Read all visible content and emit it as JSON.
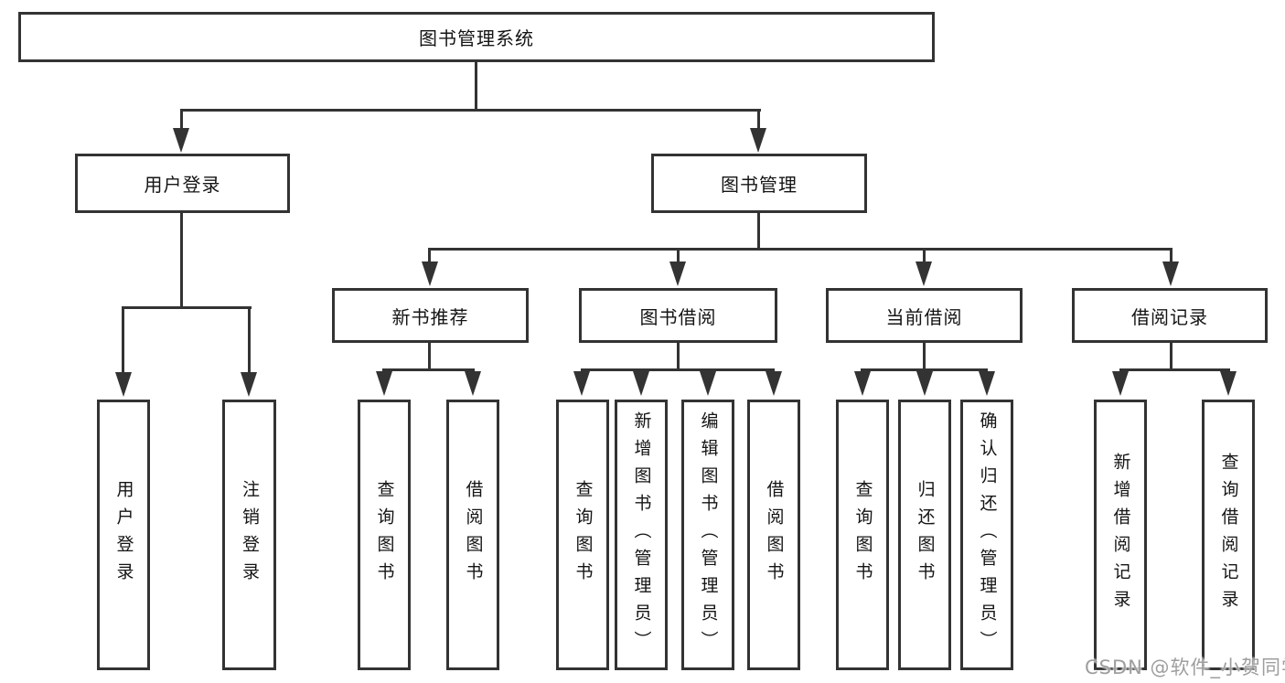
{
  "diagram": {
    "type": "tree",
    "root": {
      "label": "图书管理系统"
    },
    "level2": [
      {
        "label": "用户登录",
        "parent": "图书管理系统"
      },
      {
        "label": "图书管理",
        "parent": "图书管理系统"
      }
    ],
    "level3": [
      {
        "label": "新书推荐",
        "parent": "图书管理"
      },
      {
        "label": "图书借阅",
        "parent": "图书管理"
      },
      {
        "label": "当前借阅",
        "parent": "图书管理"
      },
      {
        "label": "借阅记录",
        "parent": "图书管理"
      }
    ],
    "leaves": [
      {
        "label": "用户登录",
        "parent": "用户登录"
      },
      {
        "label": "注销登录",
        "parent": "用户登录"
      },
      {
        "label": "查询图书",
        "parent": "新书推荐"
      },
      {
        "label": "借阅图书",
        "parent": "新书推荐"
      },
      {
        "label": "查询图书",
        "parent": "图书借阅"
      },
      {
        "label": "新增图书（管理员）",
        "parent": "图书借阅"
      },
      {
        "label": "编辑图书（管理员）",
        "parent": "图书借阅"
      },
      {
        "label": "借阅图书",
        "parent": "图书借阅"
      },
      {
        "label": "查询图书",
        "parent": "当前借阅"
      },
      {
        "label": "归还图书",
        "parent": "当前借阅"
      },
      {
        "label": "确认归还（管理员）",
        "parent": "当前借阅"
      },
      {
        "label": "新增借阅记录",
        "parent": "借阅记录"
      },
      {
        "label": "查询借阅记录",
        "parent": "借阅记录"
      }
    ]
  },
  "watermark": {
    "text": "CSDN @软件_小贺同学"
  },
  "colors": {
    "line": "#333333",
    "box_border": "#333333",
    "text": "#141414",
    "background": "#ffffff",
    "watermark": "#9e9e9e"
  }
}
